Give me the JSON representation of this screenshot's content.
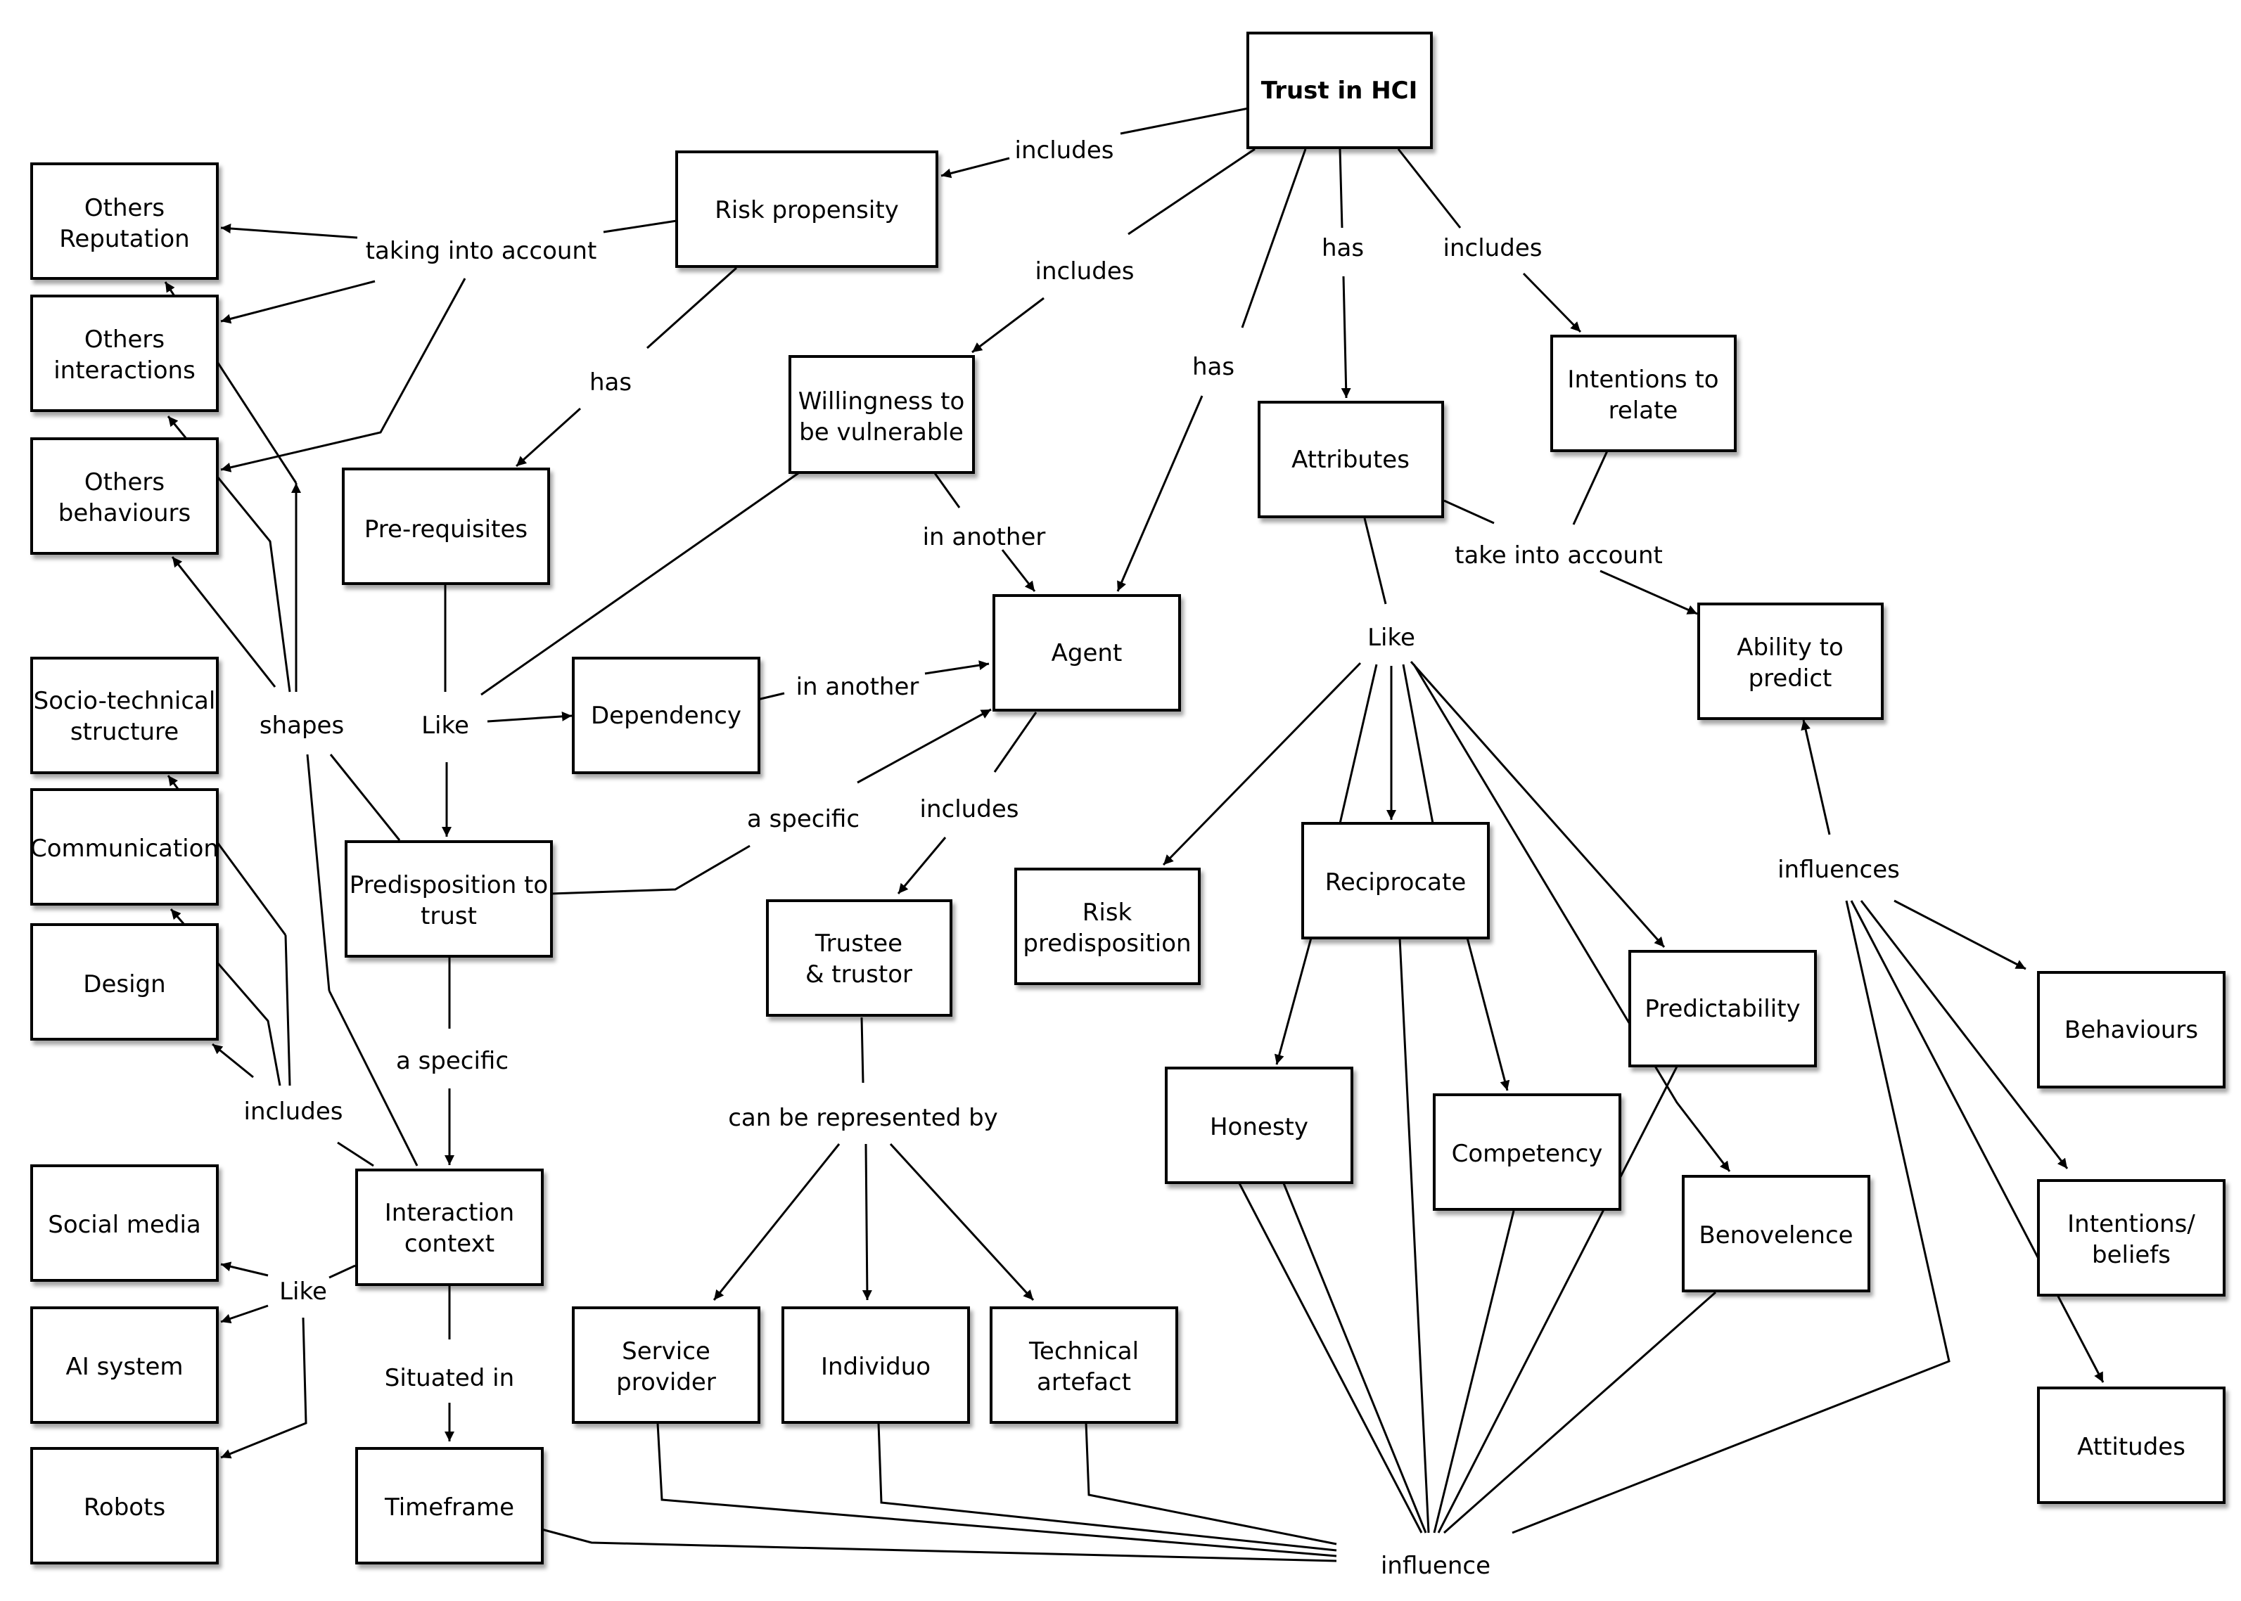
{
  "concepts": {
    "trust": [
      "Trust in HCI"
    ],
    "risk_propensity": [
      "Risk propensity"
    ],
    "others_reputation": [
      "Others",
      "Reputation"
    ],
    "others_interactions": [
      "Others",
      "interactions"
    ],
    "others_behaviours": [
      "Others",
      "behaviours"
    ],
    "prerequisites": [
      "Pre-requisites"
    ],
    "willingness": [
      "Willingness to",
      "be vulnerable"
    ],
    "attributes": [
      "Attributes"
    ],
    "intentions_relate": [
      "Intentions to",
      "relate"
    ],
    "ability_predict": [
      "Ability to",
      "predict"
    ],
    "agent": [
      "Agent"
    ],
    "dependency": [
      "Dependency"
    ],
    "socio_technical": [
      "Socio-technical",
      "structure"
    ],
    "communication": [
      "Communication"
    ],
    "design": [
      "Design"
    ],
    "predisposition": [
      "Predisposition to",
      "trust"
    ],
    "trustee_trustor": [
      "Trustee",
      "& trustor"
    ],
    "risk_predisposition": [
      "Risk",
      "predisposition"
    ],
    "reciprocate": [
      "Reciprocate"
    ],
    "predictability": [
      "Predictability"
    ],
    "behaviours": [
      "Behaviours"
    ],
    "honesty": [
      "Honesty"
    ],
    "competency": [
      "Competency"
    ],
    "benovelence": [
      "Benovelence"
    ],
    "intentions_beliefs": [
      "Intentions/",
      "beliefs"
    ],
    "social_media": [
      "Social media"
    ],
    "interaction_context": [
      "Interaction",
      "context"
    ],
    "ai_system": [
      "AI system"
    ],
    "service_provider": [
      "Service",
      "provider"
    ],
    "individuo": [
      "Individuo"
    ],
    "technical_artefact": [
      "Technical",
      "artefact"
    ],
    "attitudes": [
      "Attitudes"
    ],
    "robots": [
      "Robots"
    ],
    "timeframe": [
      "Timeframe"
    ]
  },
  "links": {
    "includes_risk": "includes",
    "taking_into_account": "taking into account",
    "includes_willingness": "includes",
    "has_attributes": "has",
    "includes_intentions": "includes",
    "has_prereq": "has",
    "has_agent": "has",
    "in_another_willingness": "in another",
    "take_into_account": "take into account",
    "like_attributes": "Like",
    "shapes": "shapes",
    "like_prereq": "Like",
    "in_another_dependency": "in another",
    "includes_trustee": "includes",
    "a_specific_agent": "a specific",
    "influences_predict": "influences",
    "a_specific_context": "a specific",
    "can_be_represented_by": "can be represented by",
    "includes_context": "includes",
    "like_context": "Like",
    "situated_in": "Situated in",
    "influence": "influence"
  }
}
